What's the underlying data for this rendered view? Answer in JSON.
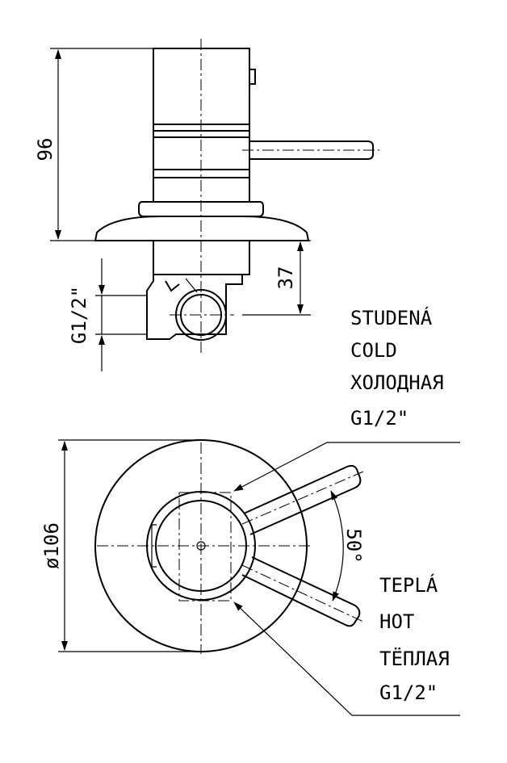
{
  "dimensions": {
    "height_total": "96",
    "height_outlet": "37",
    "thread_side": "G1/2\"",
    "diameter": "ø106",
    "angle": "50°"
  },
  "cold_label": {
    "line1": "STUDENÁ",
    "line2": "COLD",
    "line3": "ХОЛОДНАЯ",
    "line4": "G1/2\""
  },
  "hot_label": {
    "line1": "TEPLÁ",
    "line2": "HOT",
    "line3": "ТЁПЛАЯ",
    "line4": "G1/2\""
  }
}
